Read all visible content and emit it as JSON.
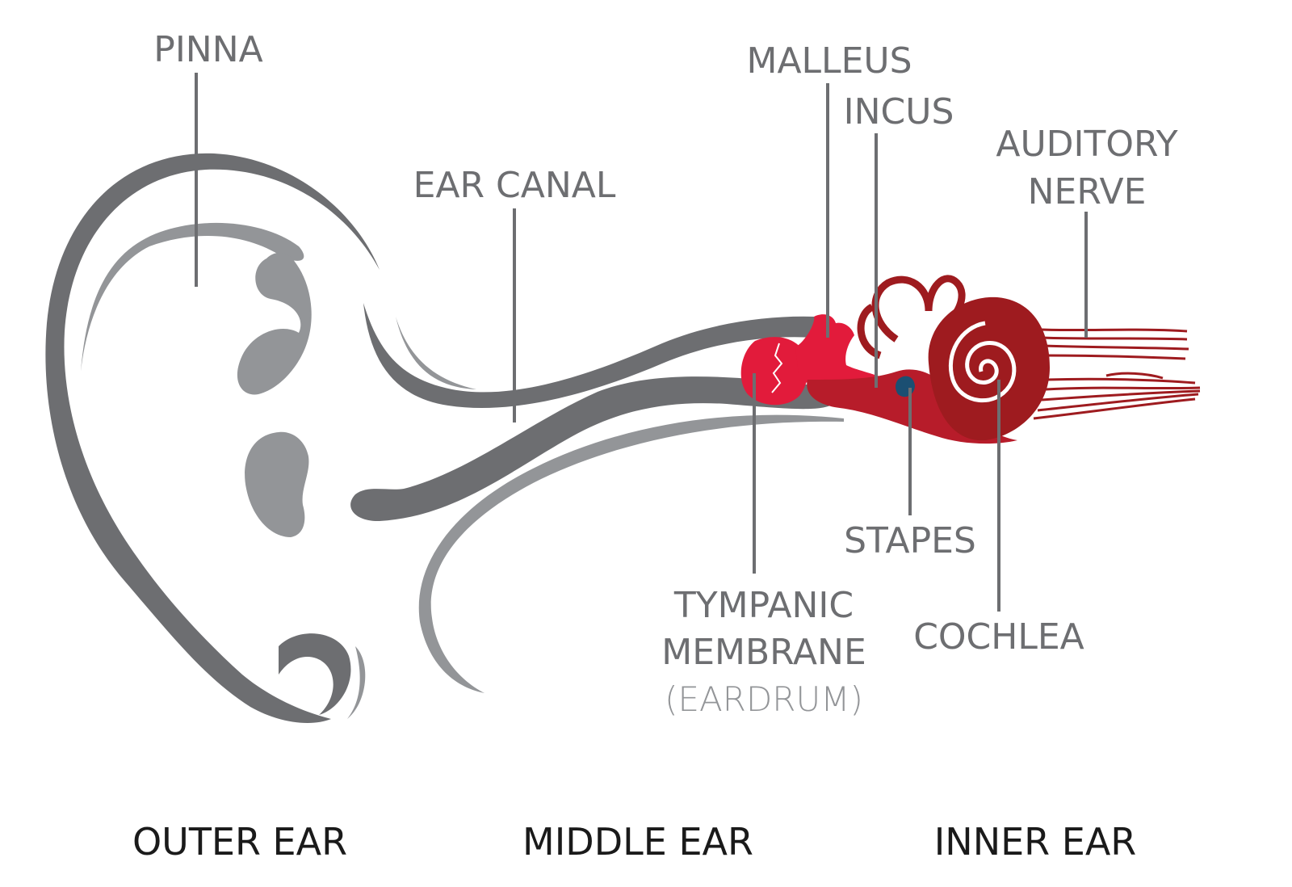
{
  "labels": {
    "pinna": "PINNA",
    "ear_canal": "EAR CANAL",
    "malleus": "MALLEUS",
    "incus": "INCUS",
    "auditory_nerve_line1": "AUDITORY",
    "auditory_nerve_line2": "NERVE",
    "stapes": "STAPES",
    "tympanic_line1": "TYMPANIC",
    "tympanic_line2": "MEMBRANE",
    "tympanic_line3": "(EARDRUM)",
    "cochlea": "COCHLEA"
  },
  "sections": {
    "outer": "OUTER EAR",
    "middle": "MIDDLE EAR",
    "inner": "INNER EAR"
  },
  "colors": {
    "ear_dark": "#6d6e71",
    "ear_light": "#939598",
    "ossicle_red": "#e21b3b",
    "cochlea_red": "#9e1b1f",
    "stapes_blue": "#1b4f72",
    "label_gray": "#6d6e71",
    "section_black": "#1a1a1a"
  }
}
